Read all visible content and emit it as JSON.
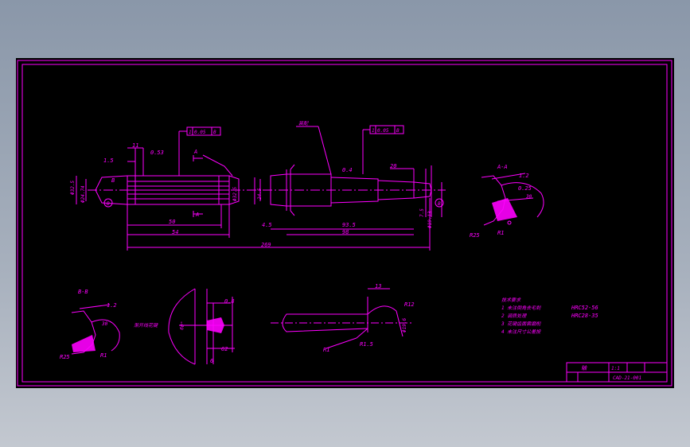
{
  "colors": {
    "line": "#ff00ff",
    "paper": "#000000",
    "background": "#9aa4b3"
  },
  "main_view": {
    "tolerance_left": [
      "1",
      "0.05",
      "B"
    ],
    "tolerance_right": [
      "1",
      "0.05",
      "B"
    ],
    "dims": {
      "d11": "11",
      "d1_5": "1.5",
      "d0_53": "0.53",
      "sectionA_top": "A",
      "sectionA_bottom": "A",
      "labelB": "B",
      "d50": "50",
      "d54": "54",
      "d269": "269",
      "dia_left1": "Φ32.5",
      "dia_left2": "Φ24.74",
      "dia_right1": "Φ32.5",
      "d24_5": "24.5",
      "d0_4": "0.4",
      "d20": "20",
      "d4_5": "4.5",
      "d93_5": "93.5",
      "d98": "98",
      "d7_5": "7.5",
      "dia19": "Φ19.13",
      "rough": "装配",
      "circle_mark": "B"
    }
  },
  "section_aa": {
    "title": "A-A",
    "d1_2": "1.2",
    "d0_25": "0.25",
    "d30": "30",
    "r25": "R25",
    "r1": "R1"
  },
  "section_bb": {
    "title": "B-B",
    "d1_2": "1.2",
    "d30": "30",
    "r25": "R25",
    "r1": "R1"
  },
  "detail_gear": {
    "d0_8": "0.8",
    "d60": "60°",
    "d62": "62",
    "d6": "6",
    "label": "渐开线花键"
  },
  "detail_end": {
    "d13": "13",
    "r12": "R12",
    "r1": "R1",
    "r1_5": "R1.5",
    "dia": "Φ19.6"
  },
  "notes": {
    "title": "技术要求",
    "line1": "1 未注倒角去毛刺",
    "hrc1": "HRC52-56",
    "line2": "2 调质处理",
    "hrc2": "HRC28-35",
    "line3": "3 花键齿面需磨削",
    "line4": "4 未注尺寸公差按"
  },
  "title_block": {
    "part": "轴",
    "scale": "1:1",
    "code": "CAD-21-001"
  }
}
